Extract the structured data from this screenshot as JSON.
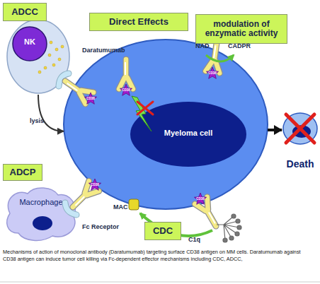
{
  "diagram": {
    "caption": "Mechanisms of action of monoclonal antibody (Daratumumab) targeting surface CD38 antigen on MM cells. Daratumumab against CD38 antigen can induce tumor cell killing via Fc-dependent effector mechanisms including CDC, ADCC,",
    "nodes": [
      {
        "text": [
          "ADCC"
        ]
      },
      {
        "text": [
          "NK"
        ]
      },
      {
        "text": [
          "Direct Effects"
        ]
      },
      {
        "text": [
          "modulation of enzymatic activity"
        ]
      },
      {
        "text": [
          "Myeloma cell"
        ]
      },
      {
        "text": [
          "Death"
        ]
      },
      {
        "text": [
          "ADCP"
        ]
      },
      {
        "text": [
          "Macrophage"
        ]
      },
      {
        "text": [
          "CDC"
        ]
      }
    ],
    "edges": [
      {
        "from": 1,
        "to": 4,
        "label": "lysis",
        "arrow": "to"
      },
      {
        "from": 4,
        "to": 5,
        "arrow": "to"
      }
    ],
    "labels": [
      "Daratumumab",
      "NAD",
      "CADPR",
      "MAC",
      "C1q",
      "Fc Receptor",
      "CD38",
      "CD38",
      "CD38",
      "CD38",
      "CD38"
    ]
  }
}
